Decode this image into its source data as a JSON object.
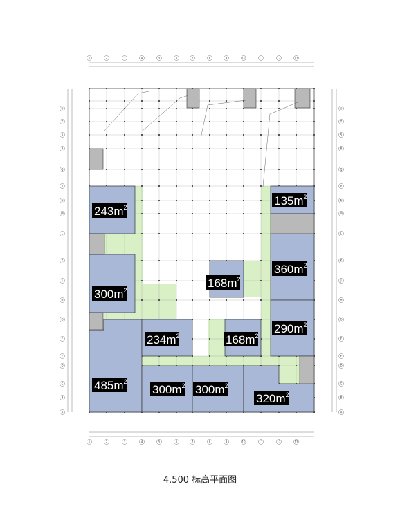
{
  "caption": "4.500 标高平面图",
  "colors": {
    "unit_fill": "#a9b8d6",
    "corridor_fill": "#d9f0c6",
    "core_fill": "#b9b9b9",
    "label_bg": "#000000",
    "label_text": "#ffffff",
    "line": "#333333"
  },
  "units": [
    {
      "id": "u-243-w",
      "area": "243",
      "unit": "m",
      "exp": "2"
    },
    {
      "id": "u-300-w",
      "area": "300",
      "unit": "m",
      "exp": "2"
    },
    {
      "id": "u-485-sw",
      "area": "485",
      "unit": "m",
      "exp": "2"
    },
    {
      "id": "u-234-c",
      "area": "234",
      "unit": "m",
      "exp": "2"
    },
    {
      "id": "u-168-c1",
      "area": "168",
      "unit": "m",
      "exp": "2"
    },
    {
      "id": "u-168-c2",
      "area": "168",
      "unit": "m",
      "exp": "2"
    },
    {
      "id": "u-300-s1",
      "area": "300",
      "unit": "m",
      "exp": "2"
    },
    {
      "id": "u-300-s2",
      "area": "300",
      "unit": "m",
      "exp": "2"
    },
    {
      "id": "u-320-se",
      "area": "320",
      "unit": "m",
      "exp": "2"
    },
    {
      "id": "u-135-e",
      "area": "135",
      "unit": "m",
      "exp": "2"
    },
    {
      "id": "u-360-e",
      "area": "360",
      "unit": "m",
      "exp": "2"
    },
    {
      "id": "u-290-e",
      "area": "290",
      "unit": "m",
      "exp": "2"
    }
  ],
  "grid_axes": {
    "columns": [
      "1",
      "2",
      "3",
      "4",
      "5",
      "6",
      "7",
      "8",
      "9",
      "10",
      "11",
      "12",
      "13"
    ],
    "rows": [
      "A",
      "B",
      "C",
      "D",
      "E",
      "F",
      "G",
      "H",
      "J",
      "K",
      "L",
      "M",
      "N",
      "P",
      "Q",
      "R",
      "S",
      "T",
      "U"
    ]
  }
}
